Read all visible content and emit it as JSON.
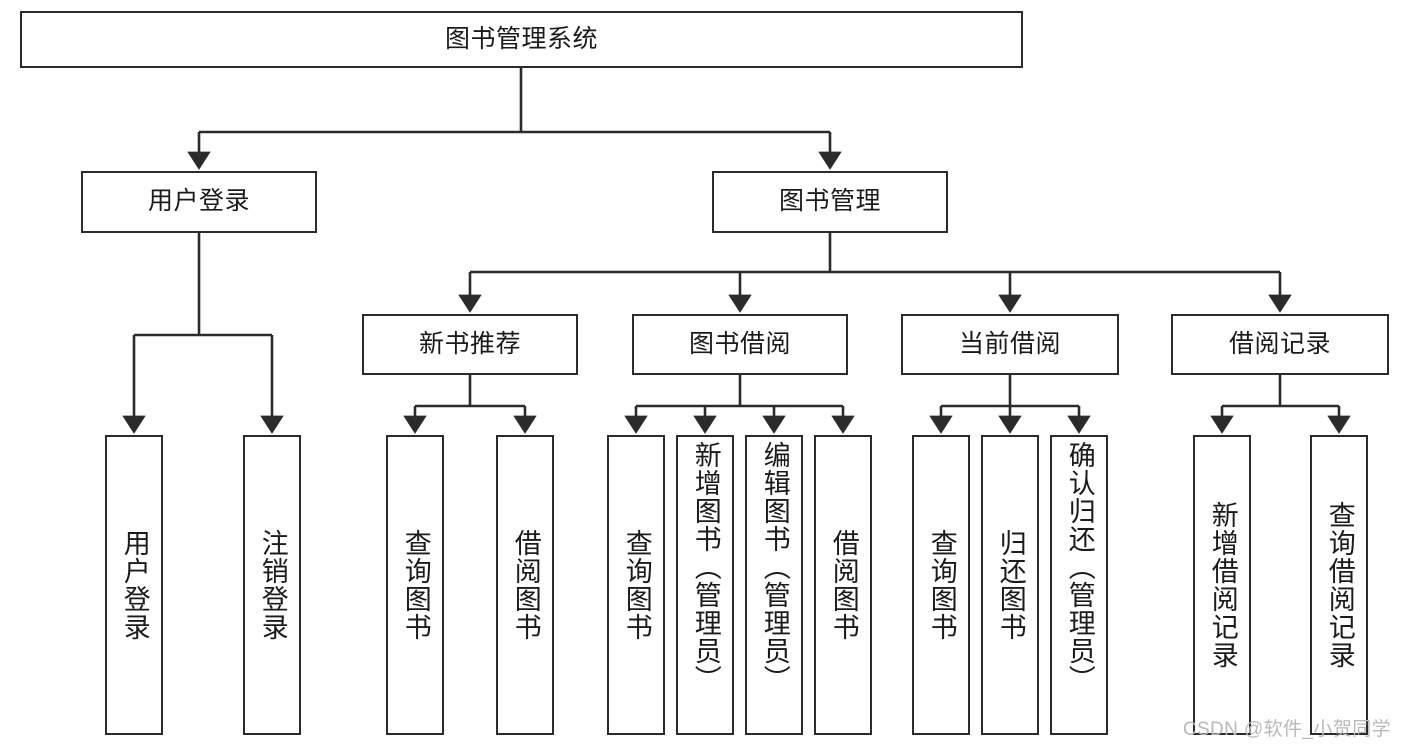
{
  "diagram": {
    "title": "图书管理系统",
    "type": "tree",
    "orientation": "top-down",
    "colors": {
      "node_border": "#2b2b2b",
      "node_fill": "#ffffff",
      "edge": "#2b2b2b",
      "text": "#1b1b1b",
      "watermark": "#b9b9b9",
      "background": "#ffffff"
    },
    "root": {
      "label": "图书管理系统"
    },
    "level2": [
      {
        "label": "用户登录"
      },
      {
        "label": "图书管理"
      }
    ],
    "level3": [
      {
        "label": "新书推荐"
      },
      {
        "label": "图书借阅"
      },
      {
        "label": "当前借阅"
      },
      {
        "label": "借阅记录"
      }
    ],
    "leaves": {
      "user_login": [
        {
          "label": "用户登录"
        },
        {
          "label": "注销登录"
        }
      ],
      "new_book_recommend": [
        {
          "label": "查询图书"
        },
        {
          "label": "借阅图书"
        }
      ],
      "book_borrow": [
        {
          "label": "查询图书"
        },
        {
          "label": "新增图书（管理员）"
        },
        {
          "label": "编辑图书（管理员）"
        },
        {
          "label": "借阅图书"
        }
      ],
      "current_borrow": [
        {
          "label": "查询图书"
        },
        {
          "label": "归还图书"
        },
        {
          "label": "确认归还（管理员）"
        }
      ],
      "borrow_record": [
        {
          "label": "新增借阅记录"
        },
        {
          "label": "查询借阅记录"
        }
      ]
    }
  },
  "watermark": {
    "text": "CSDN @软件_小贺同学"
  }
}
